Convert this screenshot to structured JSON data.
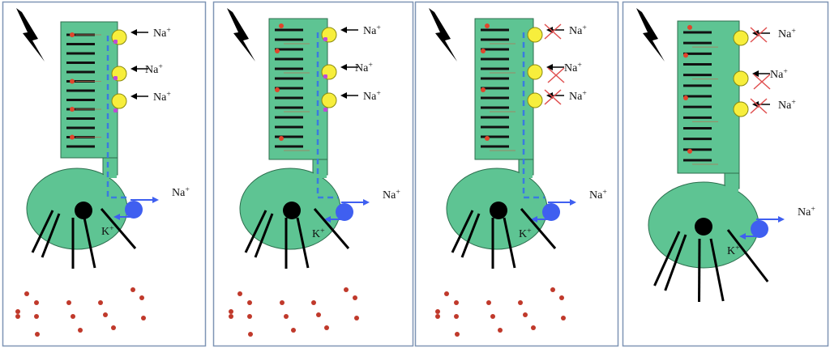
{
  "figure": {
    "description": "Four-panel diagram of a photoreceptor rod cell: light stimulus, outer segment discs, Na+ channels, Na+/K+ pump, synaptic neurotransmitter release",
    "colors": {
      "cell_fill": "#5ec493",
      "cell_stroke": "#2d6e4e",
      "panel_border": "#7f95b5",
      "channel_yellow": "#f7ee3c",
      "ligand_magenta": "#c04bd6",
      "pump_blue": "#3f5ff0",
      "current_blue": "#3a7be0",
      "red_dot": "#e0452c",
      "neurotransmitter_dot": "#c0392b",
      "block_x_red": "#e05050",
      "disc_black": "#111111"
    },
    "labels": {
      "sodium": "Na",
      "sodium_charge": "+",
      "potassium": "K",
      "potassium_charge": "+"
    },
    "panels": [
      {
        "id": "panel-1",
        "light_stimulus": true,
        "channels_open": true,
        "ligand_bound": true,
        "sodium_blocked": [
          false,
          false,
          false
        ],
        "dark_current": true,
        "neurotransmitter_release": true,
        "disc_red_dots": 4
      },
      {
        "id": "panel-2",
        "light_stimulus": true,
        "channels_open": true,
        "ligand_bound": true,
        "sodium_blocked": [
          false,
          false,
          false
        ],
        "dark_current": true,
        "neurotransmitter_release": true,
        "disc_red_dots": 4
      },
      {
        "id": "panel-3",
        "light_stimulus": true,
        "channels_open": false,
        "ligand_bound": false,
        "sodium_blocked": [
          true,
          true,
          true
        ],
        "dark_current": true,
        "neurotransmitter_release": true,
        "disc_red_dots": 4
      },
      {
        "id": "panel-4",
        "light_stimulus": true,
        "channels_open": false,
        "ligand_bound": false,
        "sodium_blocked": [
          true,
          true,
          true
        ],
        "dark_current": false,
        "neurotransmitter_release": false,
        "disc_red_dots": 4
      }
    ]
  }
}
